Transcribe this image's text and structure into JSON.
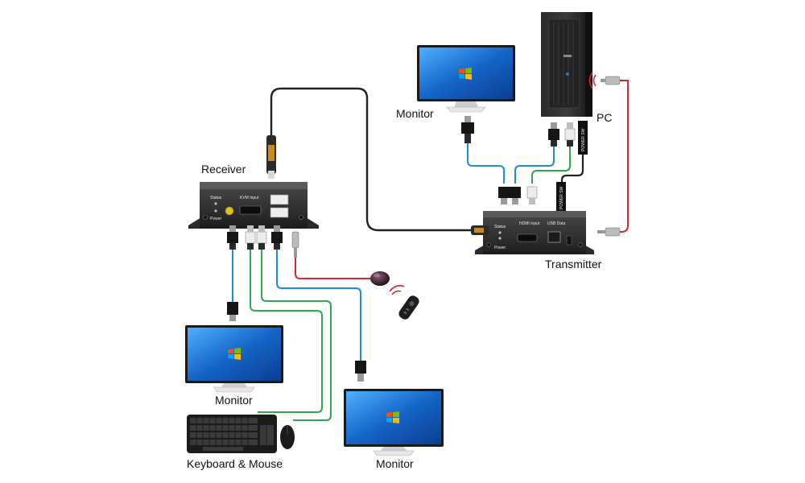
{
  "labels": {
    "monitor_top": "Monitor",
    "pc": "PC",
    "receiver": "Receiver",
    "transmitter": "Transmitter",
    "monitor_left": "Monitor",
    "monitor_bottom": "Monitor",
    "keyboard_mouse": "Keyboard & Mouse"
  },
  "receiver_panel": {
    "status": "Status",
    "power": "Power",
    "kvm_input": "KVM Input"
  },
  "transmitter_panel": {
    "status": "Status",
    "power": "Power",
    "hdmi_input": "HDMI Input",
    "usb_data": "USB Data"
  },
  "cable_tags": {
    "power_sw_1": "POWER SW",
    "power_sw_2": "POWER SW"
  },
  "colors": {
    "hdmi_cable": "#1f8fd6",
    "usb_cable": "#2fa84f",
    "ir_cable": "#d8262e",
    "fiber_cable": "#222222",
    "device_body": "#2b2b2b",
    "screen_blue": "#1a6fd0"
  },
  "icons": [
    "windows-logo-icon",
    "ir-receiver-icon",
    "remote-control-icon",
    "signal-waves-icon"
  ]
}
